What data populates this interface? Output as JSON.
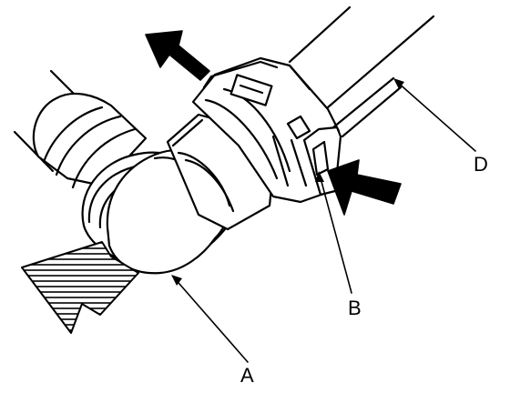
{
  "labels": {
    "a": "A",
    "b": "B",
    "d": "D"
  },
  "colors": {
    "ink": "#000000",
    "paper": "#ffffff"
  },
  "icons": {
    "press_arrow_top": "arrow-down-right-icon",
    "press_arrow_right": "arrow-left-icon",
    "pull_arrow": "hatched-arrow-down-left-icon"
  }
}
